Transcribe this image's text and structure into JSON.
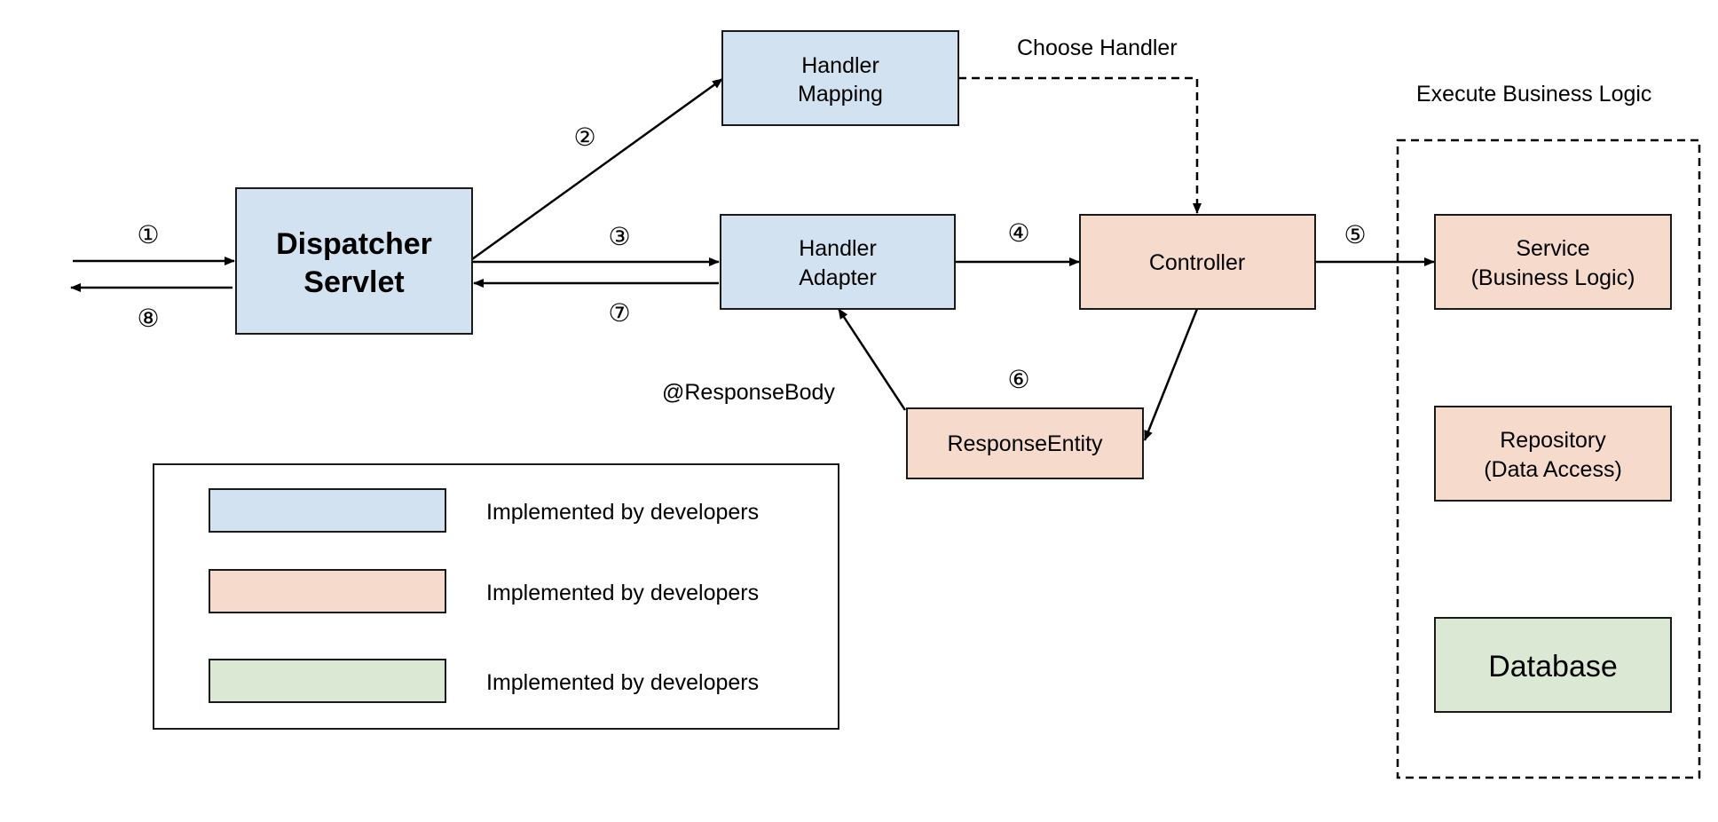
{
  "colors": {
    "blue": "#d3e2f1",
    "peach": "#f6dacb",
    "green": "#dbe8d3",
    "stroke": "#1a1a1a"
  },
  "nodes": {
    "dispatcher": {
      "line1": "Dispatcher",
      "line2": "Servlet"
    },
    "handler_mapping": {
      "line1": "Handler",
      "line2": "Mapping"
    },
    "handler_adapter": {
      "line1": "Handler",
      "line2": "Adapter"
    },
    "controller": {
      "label": "Controller"
    },
    "response_entity": {
      "label": "ResponseEntity"
    },
    "service": {
      "line1": "Service",
      "line2": "(Business Logic)"
    },
    "repository": {
      "line1": "Repository",
      "line2": "(Data Access)"
    },
    "database": {
      "label": "Database"
    }
  },
  "labels": {
    "choose_handler": "Choose Handler",
    "execute_business_logic": "Execute Business Logic",
    "response_body": "@ResponseBody"
  },
  "steps": {
    "s1": "①",
    "s2": "②",
    "s3": "③",
    "s4": "④",
    "s5": "⑤",
    "s6": "⑥",
    "s7": "⑦",
    "s8": "⑧"
  },
  "legend": {
    "items": [
      {
        "color": "blue",
        "label": "Implemented by developers"
      },
      {
        "color": "peach",
        "label": "Implemented by developers"
      },
      {
        "color": "green",
        "label": "Implemented by developers"
      }
    ]
  }
}
